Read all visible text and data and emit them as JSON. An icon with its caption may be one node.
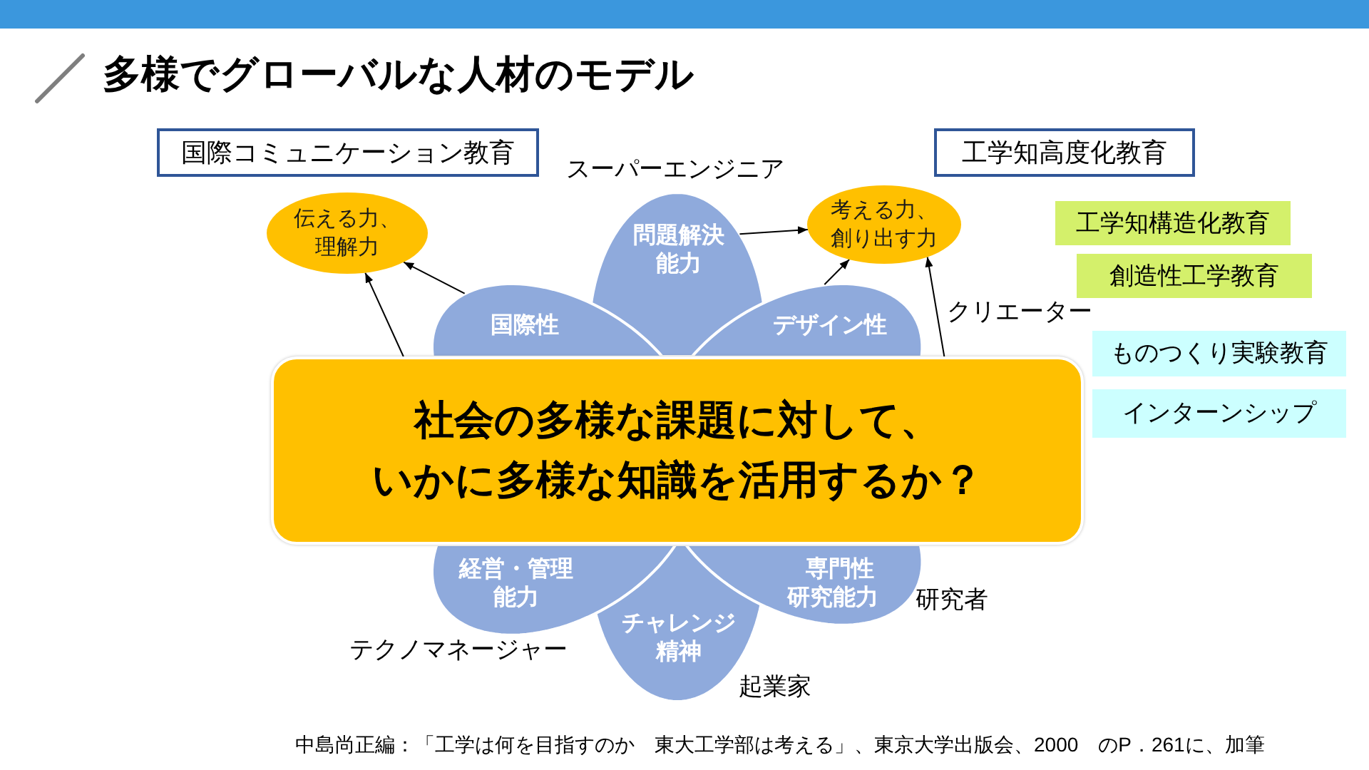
{
  "diagram": {
    "title": "多様でグローバルな人材のモデル",
    "caption": "中島尚正編：「工学は何を目指すのか　東大工学部は考える」、東京大学出版会、2000　のP．261に、加筆",
    "nodes": [
      {
        "text": [
          "国際コミュニケーション教育"
        ]
      },
      {
        "text": [
          "工学知高度化教育"
        ]
      },
      {
        "text": [
          "伝える力、理解力"
        ]
      },
      {
        "text": [
          "問題解決能力"
        ],
        "beside": [
          "スーパーエンジニア"
        ]
      },
      {
        "text": [
          "考える力、創り出す力"
        ]
      },
      {
        "text": [
          "工学知構造化教育"
        ]
      },
      {
        "text": [
          "創造性工学教育"
        ]
      },
      {
        "text": [
          "国際性"
        ]
      },
      {
        "text": [
          "デザイン性"
        ]
      },
      {
        "text": [
          "ものつくり実験教育"
        ]
      },
      {
        "text": [
          "インターンシップ"
        ]
      },
      {
        "text": [
          "社会の多様な課題に対して、いかに多様な知識を活用するか？"
        ]
      },
      {
        "text": [
          "経営・管理能力"
        ],
        "beside": [
          "テクノマネージャー"
        ]
      },
      {
        "text": [
          "専門性研究能力"
        ],
        "beside": [
          "研究者"
        ]
      },
      {
        "text": [
          "チャレンジ精神"
        ],
        "beside": [
          "起業家"
        ]
      }
    ],
    "edges": [
      {
        "from": 7,
        "to": 2,
        "arrow": "to"
      },
      {
        "from": 11,
        "to": 2,
        "arrow": "to"
      },
      {
        "from": 3,
        "to": 4,
        "arrow": "to"
      },
      {
        "from": 8,
        "to": 4,
        "arrow": "to"
      },
      {
        "from": 11,
        "to": 4,
        "arrow": "to"
      }
    ],
    "labels": [
      "クリエーター"
    ]
  }
}
